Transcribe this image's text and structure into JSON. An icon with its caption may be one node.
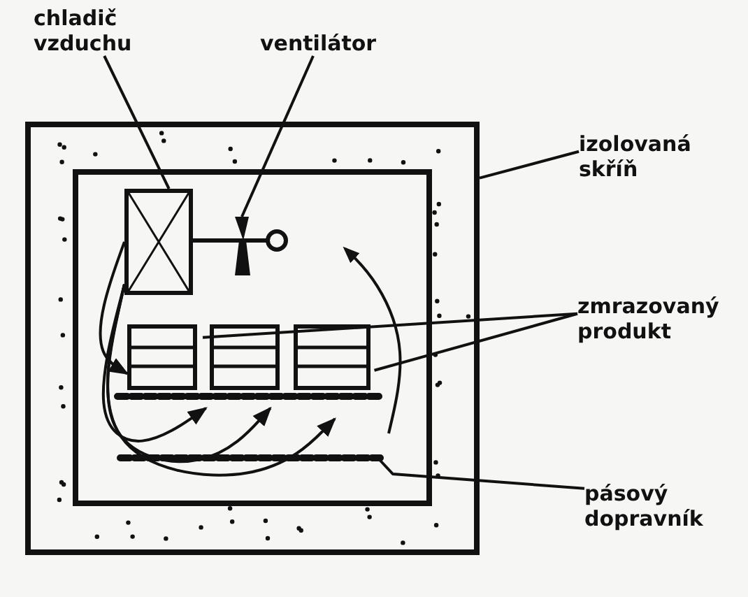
{
  "diagram": {
    "nodes": [
      {
        "text": [
          "chladič vzduchu"
        ]
      },
      {
        "text": [
          "ventilátor"
        ]
      },
      {
        "text": [
          "izolovaná skříň"
        ]
      },
      {
        "text": [
          "zmrazovaný produkt"
        ]
      },
      {
        "text": [
          "pásový dopravník"
        ]
      },
      {
        "text": [],
        "shape": "box"
      },
      {
        "text": [],
        "shape": "box",
        "in": 5
      },
      {
        "text": [],
        "shape": "picture",
        "in": 5
      },
      {
        "text": [],
        "shape": "box",
        "in": 5
      },
      {
        "text": [],
        "shape": "box",
        "in": 5
      },
      {
        "text": [],
        "shape": "box",
        "in": 5
      },
      {
        "text": [],
        "shape": "bar",
        "in": 5
      },
      {
        "text": [],
        "shape": "bar",
        "in": 5
      }
    ],
    "edges": [
      {
        "from": 0,
        "to": 6,
        "arrow": "none"
      },
      {
        "from": 1,
        "to": 7,
        "arrow": "none"
      },
      {
        "from": 2,
        "to": 5,
        "arrow": "none"
      },
      {
        "from": 3,
        "to": 9,
        "arrow": "none"
      },
      {
        "from": 3,
        "to": 10,
        "arrow": "none"
      },
      {
        "from": 4,
        "to": 12,
        "arrow": "none"
      },
      {
        "from": 6,
        "to": 8,
        "arrow": "to"
      },
      {
        "from": 6,
        "to": 11,
        "arrow": "to"
      },
      {
        "from": 6,
        "to": 11,
        "arrow": "to"
      },
      {
        "from": 6,
        "to": 11,
        "arrow": "to"
      }
    ]
  }
}
